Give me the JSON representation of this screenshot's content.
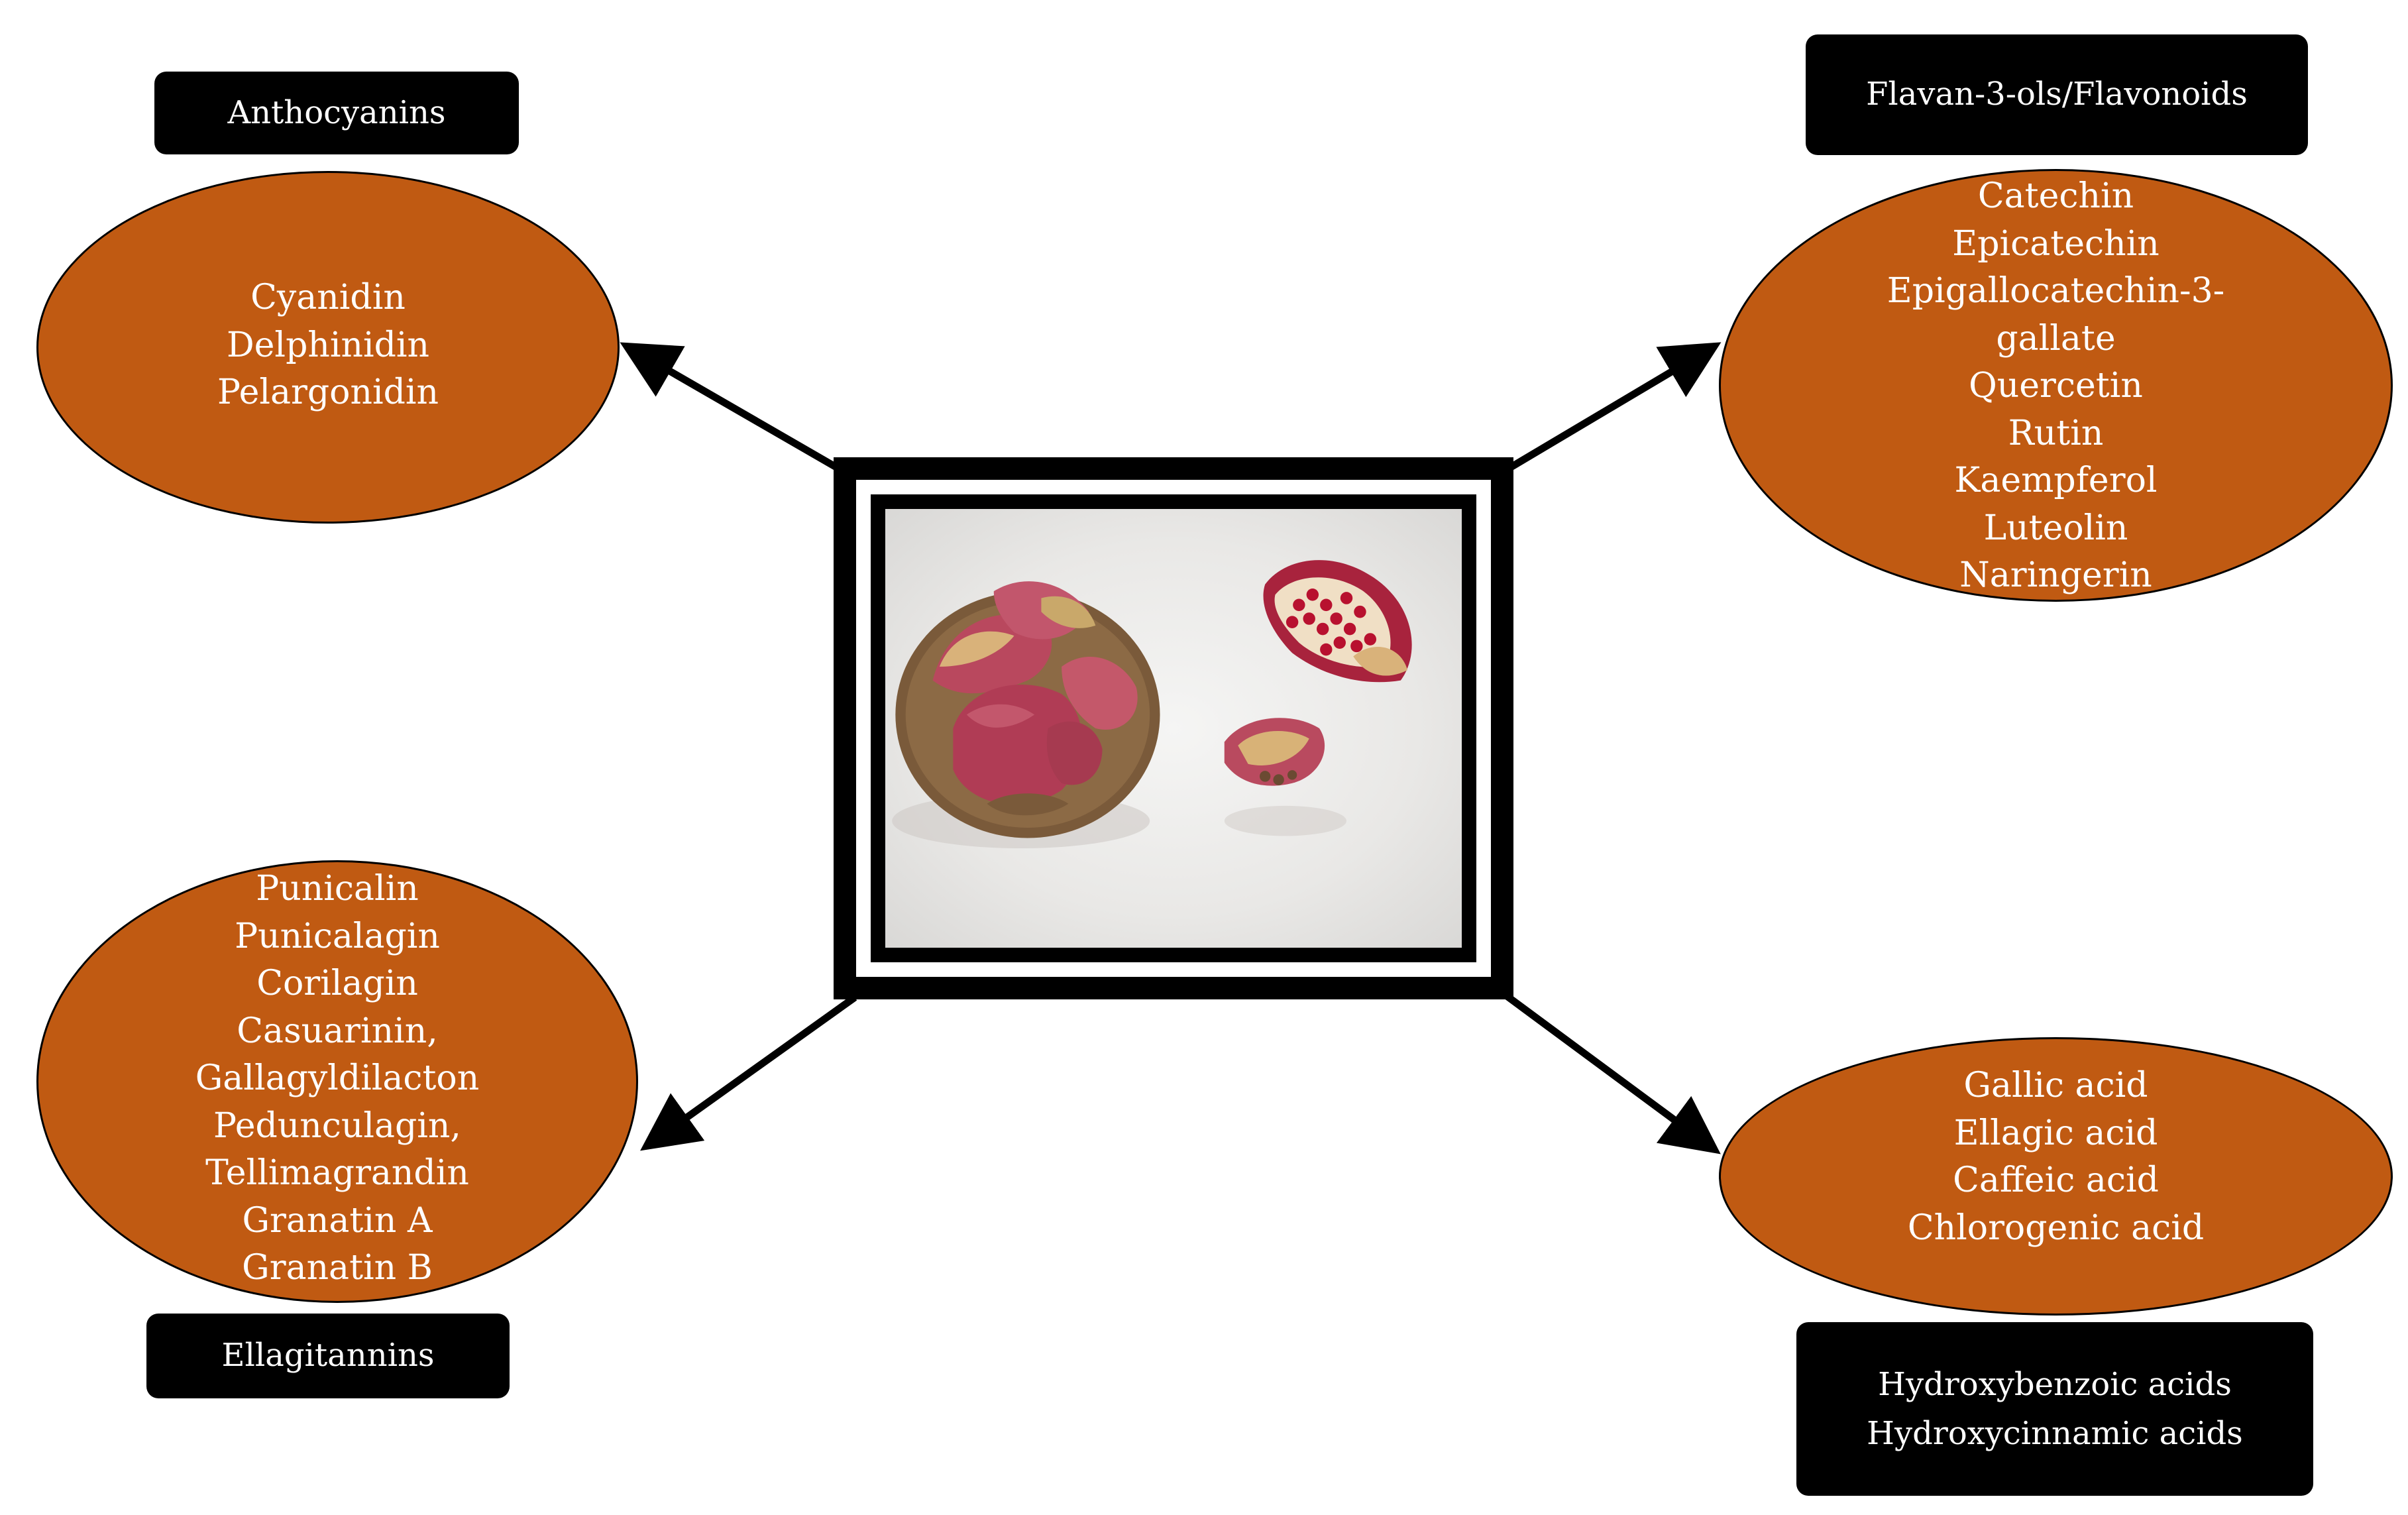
{
  "center_image": {
    "subject": "dried pomegranate peels in a bowl with an opened pomegranate"
  },
  "categories": {
    "anthocyanins": {
      "title": "Anthocyanins",
      "items": [
        "Cyanidin",
        "Delphinidin",
        "Pelargonidin"
      ]
    },
    "flavonoids": {
      "title": "Flavan-3-ols/Flavonoids",
      "items": [
        "Catechin",
        "Epicatechin",
        "Epigallocatechin-3-",
        "gallate",
        "Quercetin",
        "Rutin",
        "Kaempferol",
        "Luteolin",
        "Naringerin"
      ]
    },
    "ellagitannins": {
      "title": "Ellagitannins",
      "items": [
        "Punicalin",
        "Punicalagin",
        "Corilagin",
        "Casuarinin,",
        "Gallagyldilacton",
        "Pedunculagin,",
        "Tellimagrandin",
        "Granatin A",
        "Granatin B"
      ]
    },
    "phenolic_acids": {
      "title_lines": [
        "Hydroxybenzoic acids",
        "Hydroxycinnamic acids"
      ],
      "items": [
        "Gallic acid",
        "Ellagic acid",
        "Caffeic acid",
        "Chlorogenic acid"
      ]
    }
  },
  "colors": {
    "ellipse_fill": "#c05a12",
    "label_fill": "#000000",
    "text": "#ffffff"
  }
}
